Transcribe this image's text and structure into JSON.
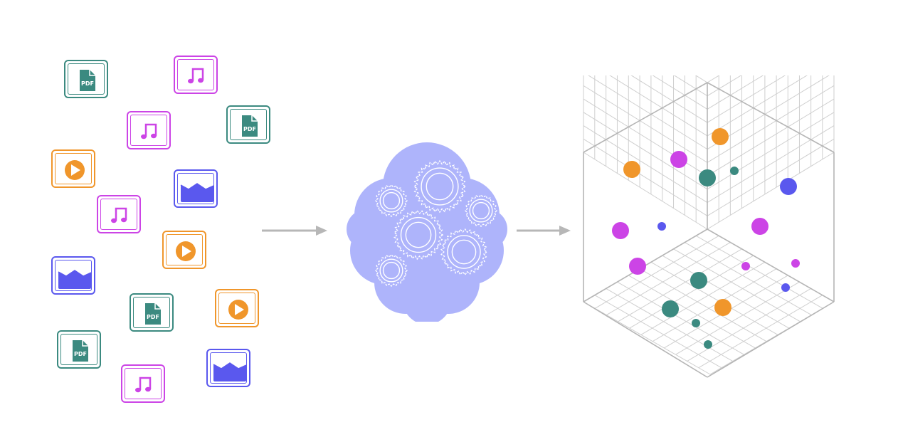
{
  "colors": {
    "pdf": "#3b8a80",
    "audio": "#cc44e6",
    "video": "#f0962b",
    "image": "#5a58ee",
    "cloud": "#aeb4fb",
    "gear": "#ffffff",
    "arrow": "#b7b7b7",
    "grid": "#cfcfcf",
    "frame": "#b5b5b5"
  },
  "files": [
    {
      "type": "pdf",
      "icon": "pdf-file-icon"
    },
    {
      "type": "audio",
      "icon": "music-note-icon"
    },
    {
      "type": "audio",
      "icon": "music-note-icon"
    },
    {
      "type": "pdf",
      "icon": "pdf-file-icon"
    },
    {
      "type": "video",
      "icon": "play-icon"
    },
    {
      "type": "image",
      "icon": "image-icon"
    },
    {
      "type": "audio",
      "icon": "music-note-icon"
    },
    {
      "type": "video",
      "icon": "play-icon"
    },
    {
      "type": "image",
      "icon": "image-icon"
    },
    {
      "type": "pdf",
      "icon": "pdf-file-icon"
    },
    {
      "type": "video",
      "icon": "play-icon"
    },
    {
      "type": "pdf",
      "icon": "pdf-file-icon"
    },
    {
      "type": "audio",
      "icon": "music-note-icon"
    },
    {
      "type": "image",
      "icon": "image-icon"
    }
  ],
  "pdf_label": "PDF",
  "processor": {
    "icon": "gear-cloud-icon",
    "gears": 6
  },
  "arrows": [
    "arrow-right-icon",
    "arrow-right-icon"
  ],
  "embedding_space": {
    "icon": "3d-cube-grid-icon",
    "points": [
      {
        "type": "video",
        "size": "large"
      },
      {
        "type": "video",
        "size": "large"
      },
      {
        "type": "audio",
        "size": "large"
      },
      {
        "type": "pdf",
        "size": "large"
      },
      {
        "type": "pdf",
        "size": "small"
      },
      {
        "type": "image",
        "size": "large"
      },
      {
        "type": "audio",
        "size": "large"
      },
      {
        "type": "image",
        "size": "small"
      },
      {
        "type": "audio",
        "size": "large"
      },
      {
        "type": "audio",
        "size": "large"
      },
      {
        "type": "audio",
        "size": "small"
      },
      {
        "type": "audio",
        "size": "small"
      },
      {
        "type": "pdf",
        "size": "large"
      },
      {
        "type": "image",
        "size": "small"
      },
      {
        "type": "pdf",
        "size": "large"
      },
      {
        "type": "video",
        "size": "large"
      },
      {
        "type": "pdf",
        "size": "small"
      },
      {
        "type": "pdf",
        "size": "small"
      }
    ]
  }
}
